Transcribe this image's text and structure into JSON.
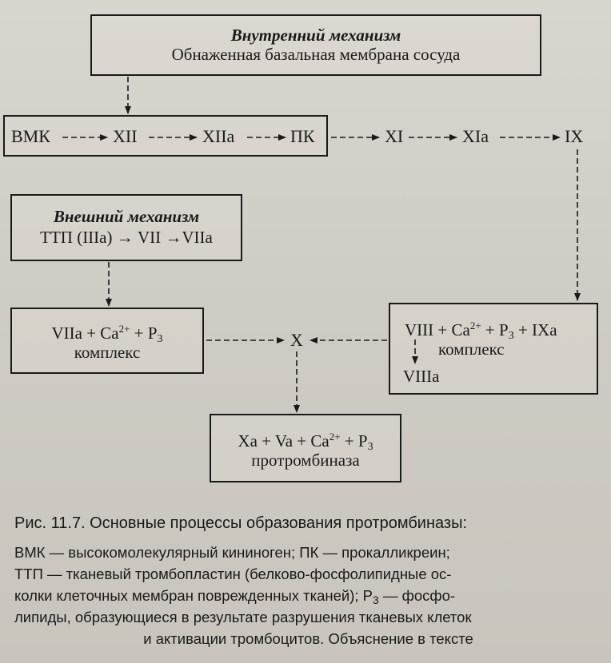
{
  "intrinsic": {
    "title": "Внутренний механизм",
    "subtitle": "Обнаженная базальная мембрана сосуда"
  },
  "cascade": {
    "nodes": [
      "ВМК",
      "XII",
      "XIIa",
      "ПК",
      "XI",
      "XIa",
      "IX"
    ]
  },
  "extrinsic": {
    "title": "Внешний механизм",
    "subtitle": "ТТП (IIIa) → VII →VIIa"
  },
  "complex_left": {
    "formula_a": "VIIa + Ca",
    "sup": "2+",
    "formula_b": " + P",
    "sub": "3",
    "label": "комплекс"
  },
  "x_node": "X",
  "complex_right": {
    "formula_a": "VIII + Ca",
    "sup": "2+",
    "formula_b": " + P",
    "sub": "3",
    "formula_c": " + IXa",
    "label": "комплекс",
    "product": "VIIIa"
  },
  "prothrombinase": {
    "formula_a": "Xa + Va + Ca",
    "sup": "2+",
    "formula_b": " + P",
    "sub": "3",
    "label": "протромбиназа"
  },
  "caption": "Рис. 11.7. Основные процессы образования протромбиназы:",
  "legend": {
    "line1": "ВМК — высокомолекулярный кининоген; ПК — прокалликреин;",
    "line2": "ТТП — тканевый тромбопластин (белково-фосфолипидные ос-",
    "line3a": "колки клеточных мембран поврежденных тканей); P",
    "line3sub": "3",
    "line3b": " — фосфо-",
    "line4": "липиды, образующиеся в результате разрушения тканевых клеток",
    "line5": "и активации тромбоцитов. Объяснение в тексте"
  }
}
